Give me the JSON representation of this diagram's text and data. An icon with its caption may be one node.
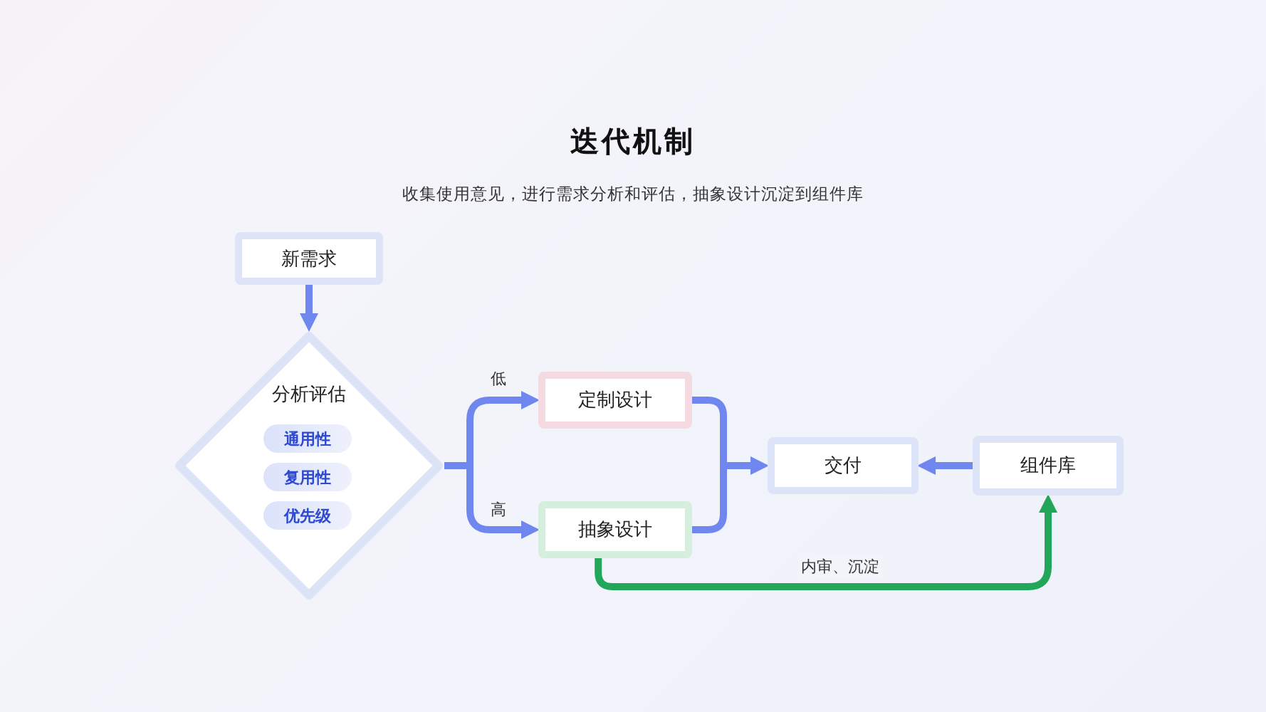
{
  "diagram": {
    "title": "迭代机制",
    "nodes": [
      {
        "text": [
          "新需求"
        ]
      },
      {
        "text": [
          "分析评估"
        ]
      },
      {
        "text": [
          "通用性"
        ],
        "in": 1
      },
      {
        "text": [
          "复用性"
        ],
        "in": 1
      },
      {
        "text": [
          "优先级"
        ],
        "in": 1
      },
      {
        "text": [
          "定制设计"
        ]
      },
      {
        "text": [
          "抽象设计"
        ]
      },
      {
        "text": [
          "交付"
        ]
      },
      {
        "text": [
          "组件库"
        ]
      }
    ],
    "edges": [
      {
        "from": 0,
        "to": 1,
        "arrow": "to"
      },
      {
        "from": 1,
        "to": 5,
        "arrow": "to",
        "label": "低"
      },
      {
        "from": 1,
        "to": 6,
        "arrow": "to",
        "label": "高"
      },
      {
        "from": 5,
        "to": 7,
        "arrow": "to"
      },
      {
        "from": 6,
        "to": 7,
        "arrow": "to"
      },
      {
        "from": 8,
        "to": 7,
        "arrow": "to"
      },
      {
        "from": 6,
        "to": 8,
        "arrow": "to",
        "label": "内审、沉淀",
        "color": "#22a75a"
      }
    ],
    "labels": [
      "收集使用意见，进行需求分析和评估，抽象设计沉淀到组件库"
    ]
  }
}
